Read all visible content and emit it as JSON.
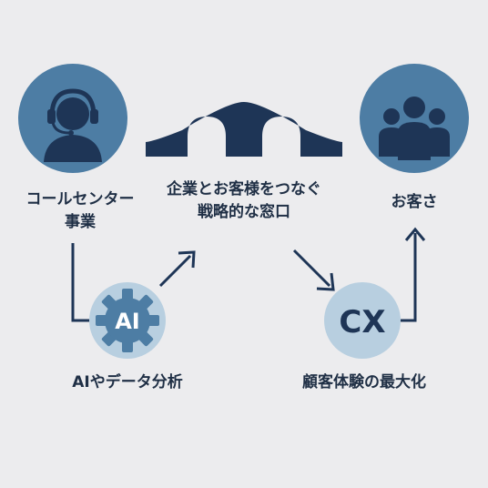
{
  "nodes": {
    "call_center": {
      "label_line1": "コールセンター",
      "label_line2": "事業"
    },
    "bridge": {
      "label_line1": "企業とお客様をつなぐ",
      "label_line2": "戦略的な窓口"
    },
    "customer": {
      "label": "お客さ"
    },
    "ai": {
      "icon_text": "AI",
      "label": "AIやデータ分析"
    },
    "cx": {
      "icon_text": "CX",
      "label": "顧客体験の最大化"
    }
  },
  "colors": {
    "background": "#ececee",
    "circle_dark": "#4d7da4",
    "circle_light": "#b8cfe0",
    "navy": "#1e3556",
    "text": "#1f2f45"
  }
}
